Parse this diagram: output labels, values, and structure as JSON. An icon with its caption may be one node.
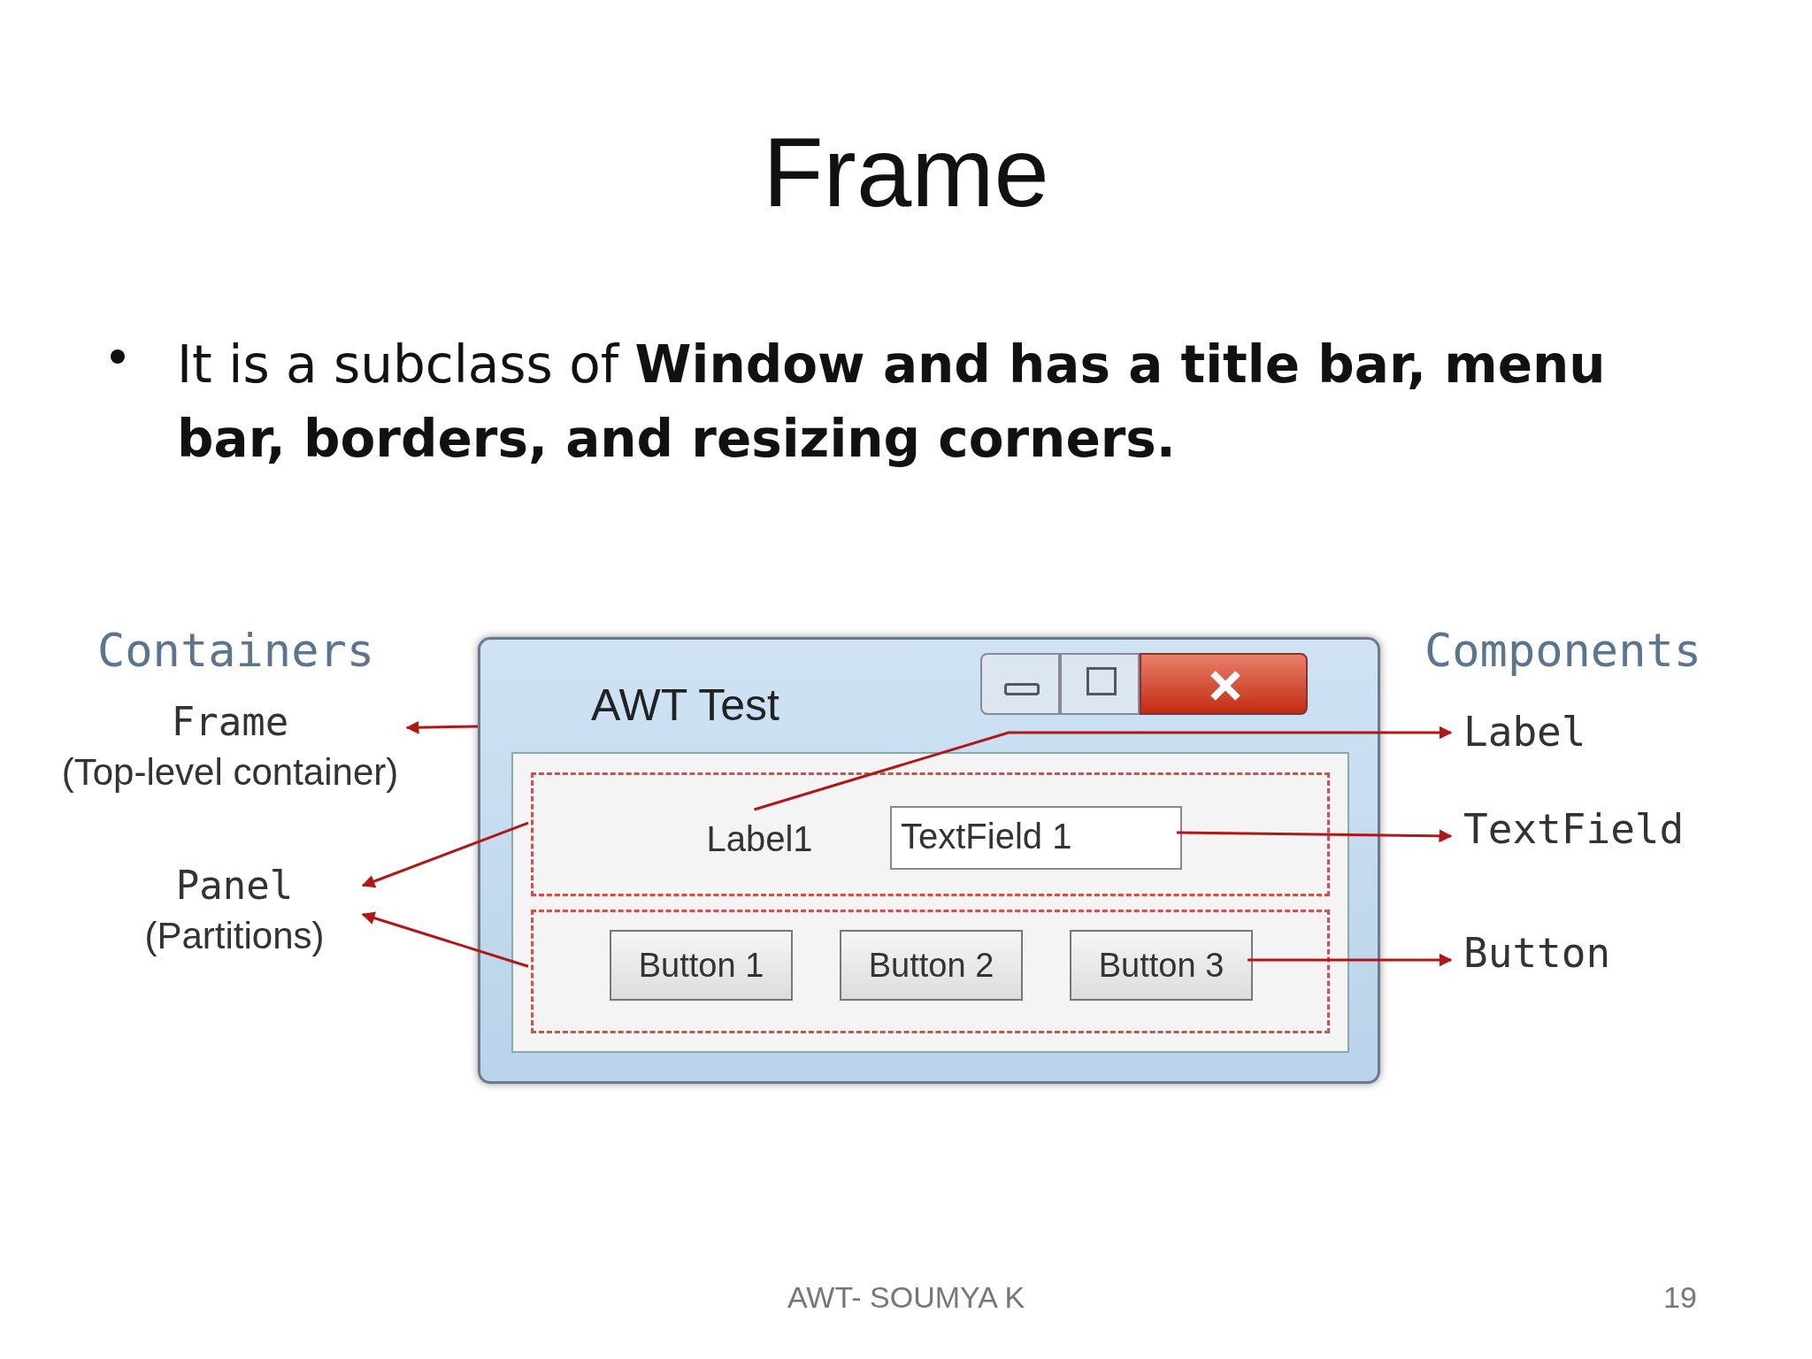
{
  "diagram": {
    "title": "Frame",
    "nodes": [
      {
        "text": [
          "Frame",
          "(Top-level container)"
        ]
      },
      {
        "text": [
          "Panel",
          "(Partitions)"
        ]
      },
      {
        "text": [
          "Label"
        ]
      },
      {
        "text": [
          "TextField"
        ]
      },
      {
        "text": [
          "Button"
        ]
      },
      {
        "text": [
          "AWT Test"
        ]
      },
      {
        "text": [],
        "shape": "box",
        "in": 5
      },
      {
        "text": [],
        "shape": "box",
        "in": 5
      },
      {
        "text": [
          "Label1"
        ],
        "in": 6
      },
      {
        "text": [
          "TextField 1"
        ],
        "in": 6
      },
      {
        "text": [
          "Button 1"
        ],
        "in": 7
      },
      {
        "text": [
          "Button 2"
        ],
        "in": 7
      },
      {
        "text": [
          "Button 3"
        ],
        "in": 7
      }
    ],
    "edges": [
      {
        "from": 5,
        "to": 0,
        "arrow": "to"
      },
      {
        "from": 6,
        "to": 1,
        "arrow": "to"
      },
      {
        "from": 7,
        "to": 1,
        "arrow": "to"
      },
      {
        "from": 8,
        "to": 2,
        "arrow": "to"
      },
      {
        "from": 9,
        "to": 3,
        "arrow": "to"
      },
      {
        "from": 12,
        "to": 4,
        "arrow": "to"
      }
    ],
    "labels": [
      "It is a subclass of **Window and has a title bar, menu bar, borders, and resizing corners.**",
      "Containers",
      "Components",
      "AWT- SOUMYA K",
      "19"
    ]
  }
}
